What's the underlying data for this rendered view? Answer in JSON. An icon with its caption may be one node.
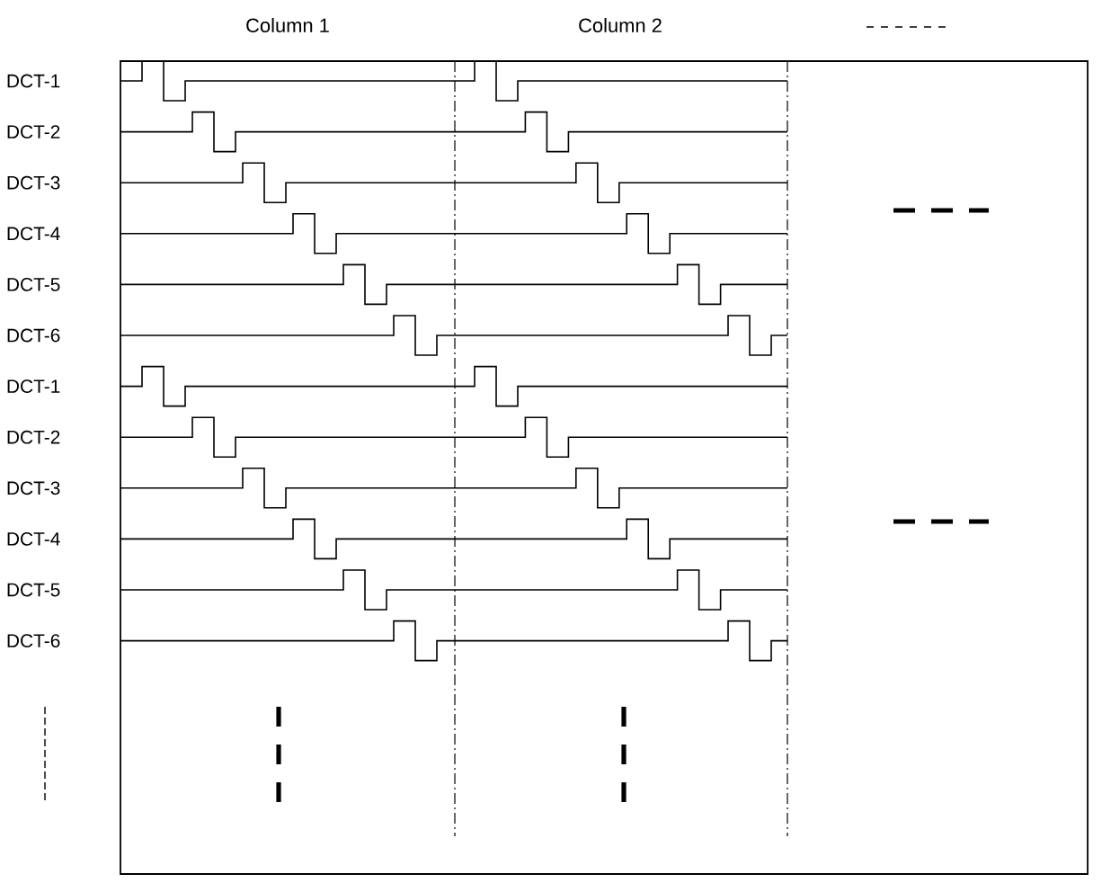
{
  "diagram": {
    "labels": [
      "Column 1",
      "Column 2",
      "DCT-1",
      "DCT-2",
      "DCT-3",
      "DCT-4",
      "DCT-5",
      "DCT-6",
      "DCT-1",
      "DCT-2",
      "DCT-3",
      "DCT-4",
      "DCT-5",
      "DCT-6"
    ]
  }
}
